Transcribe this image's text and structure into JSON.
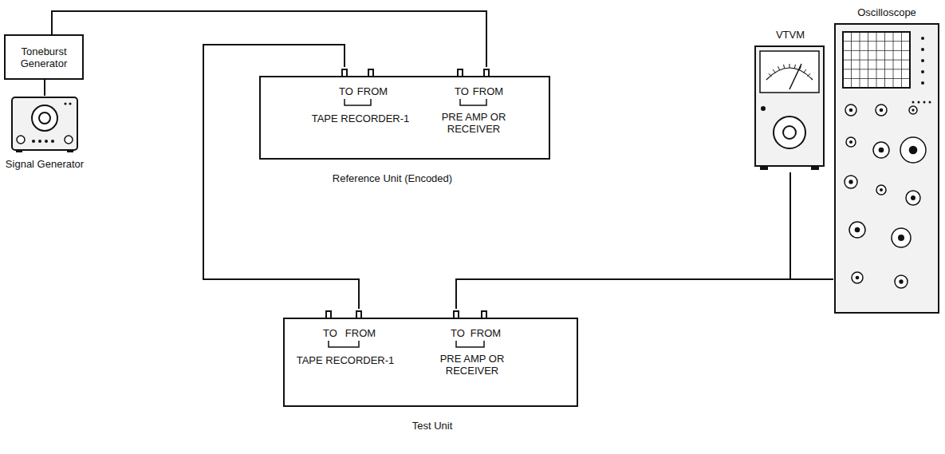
{
  "diagram": {
    "nodes": [
      {
        "text": [
          "Toneburst Generator"
        ]
      },
      {
        "text": [
          "Signal Generator"
        ]
      },
      {
        "text": [
          "TO",
          "FROM",
          "TAPE RECORDER-1",
          "TO",
          "FROM",
          "PRE AMP OR RECEIVER",
          "Reference Unit (Encoded)"
        ]
      },
      {
        "text": [
          "VTVM"
        ]
      },
      {
        "text": [
          "Oscilloscope"
        ]
      },
      {
        "text": [
          "TO",
          "FROM",
          "TAPE RECORDER-1",
          "TO",
          "FROM",
          "PRE AMP OR RECEIVER",
          "Test Unit"
        ]
      }
    ],
    "edges": [
      {
        "from": 0,
        "to": 1,
        "arrow": "none"
      },
      {
        "from": 0,
        "to": 2,
        "arrow": "none"
      },
      {
        "from": 2,
        "to": 5,
        "arrow": "none"
      },
      {
        "from": 5,
        "to": 3,
        "arrow": "none"
      },
      {
        "from": 5,
        "to": 4,
        "arrow": "none"
      }
    ]
  }
}
